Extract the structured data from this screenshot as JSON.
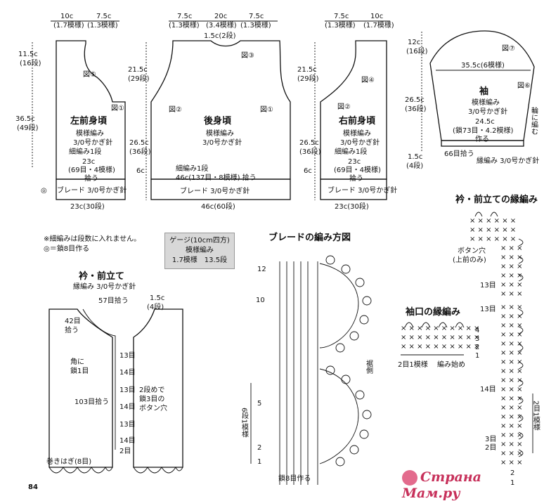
{
  "page_number": "84",
  "left_front": {
    "title": "左前身頃",
    "l1": "模様編み",
    "l2": "3/0号かぎ針",
    "l3": "細編み1段",
    "c1": "23c",
    "c2": "(69目・4模様)",
    "c3": "拾う",
    "braid": "ブレード 3/0号かぎ針",
    "w1": "10c",
    "w1b": "(1.7模様)",
    "w2": "7.5c",
    "w2b": "(1.3模様)",
    "h1": "11.5c",
    "h1b": "(16段)",
    "h2": "36.5c",
    "h2b": "(49段)",
    "bottom": "23c(30段)",
    "fig5": "図⑤",
    "fig1": "図①"
  },
  "back": {
    "title": "後身頃",
    "l1": "模様編み",
    "l2": "3/0号かぎ針",
    "w1": "7.5c",
    "w1b": "(1.3模様)",
    "w2": "20c",
    "w2b": "(3.4模様)",
    "w3": "7.5c",
    "w3b": "(1.3模様)",
    "neck": "1.5c(2段)",
    "fig3": "図③",
    "fig2": "図②",
    "fig1": "図①",
    "h1": "21.5c",
    "h1b": "(29段)",
    "h2": "26.5c",
    "h2b": "(36段)",
    "h3": "6c",
    "pick1": "細編み1段",
    "pick2": "46c(137目・8模様) 拾う",
    "braid": "ブレード 3/0号かぎ針",
    "bottom": "46c(60段)"
  },
  "right_front": {
    "title": "右前身頃",
    "l1": "模様編み",
    "l2": "3/0号かぎ針",
    "l3": "細編み1段",
    "c1": "23c",
    "c2": "(69目・4模様)",
    "c3": "拾う",
    "braid": "ブレード 3/0号かぎ針",
    "w1": "7.5c",
    "w1b": "(1.3模様)",
    "w2": "10c",
    "w2b": "(1.7模様)",
    "h1": "21.5c",
    "h1b": "(29段)",
    "h2": "26.5c",
    "h2b": "(36段)",
    "h3": "6c",
    "fig4": "図④",
    "fig2": "図②",
    "bottom": "23c(30段)"
  },
  "sleeve": {
    "title": "袖",
    "l1": "模様編み",
    "l2": "3/0号かぎ針",
    "h1": "12c",
    "h1b": "(16段)",
    "h2": "26.5c",
    "h2b": "(36段)",
    "h3": "1.5c",
    "h3b": "(4段)",
    "w1": "35.5c(6模様)",
    "w2": "24.5c",
    "w2b": "(鎖73目・4.2模様)",
    "w2c": "作る",
    "side": "輪に編む",
    "pick": "66目拾う",
    "edge": "縁編み 3/0号かぎ針",
    "fig7": "図⑦",
    "fig6": "図⑥"
  },
  "notes": {
    "n1": "※細編みは段数に入れません。",
    "n2": "◎＝鎖8目作る"
  },
  "gauge": {
    "title": "ゲージ(10cm四方)",
    "l1": "模様編み",
    "l2": "1.7模様　13.5段"
  },
  "collar": {
    "title": "衿・前立て",
    "sub": "縁編み 3/0号かぎ針",
    "top": "57目拾う",
    "topr": "1.5c",
    "toprb": "(4段)",
    "side1": "42目",
    "side1b": "拾う",
    "corner1": "角に",
    "corner2": "鎖1目",
    "long": "103目拾う",
    "rows": [
      "13目",
      "14目",
      "13目",
      "14目",
      "13目",
      "14目",
      "2目"
    ],
    "btn1": "2段めで",
    "btn2": "鎖3目の",
    "btn3": "ボタン穴",
    "hem": "巻きはぎ(8目)"
  },
  "braid_chart": {
    "title": "ブレードの編み方図",
    "rows": [
      "12",
      "10",
      "5",
      "2",
      "1"
    ],
    "hem_label": "裾側",
    "repeat": "6段1模様",
    "bottom": "鎖8目作る"
  },
  "cuff_chart": {
    "title": "袖口の縁編み",
    "rows": [
      "4",
      "3",
      "2",
      "1"
    ],
    "repeat": "2目1模様",
    "start": "編み始め"
  },
  "collar_chart": {
    "title": "衿・前立ての縁編み",
    "btn1": "ボタン穴",
    "btn2": "(上前のみ)",
    "counts": [
      "13目",
      "13目",
      "14目",
      "3目",
      "2目"
    ],
    "repeat": "2目1模様",
    "rows": [
      "1",
      "2"
    ]
  },
  "watermark": {
    "text": "Страна Мам.ру"
  }
}
